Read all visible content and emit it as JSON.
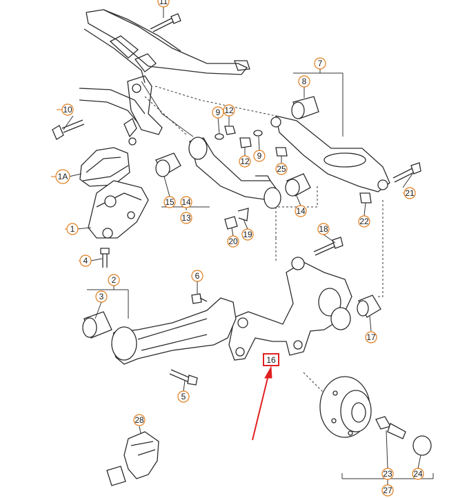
{
  "callouts": {
    "c11": "11",
    "c10": "10",
    "c1A": "1A",
    "c1": "1",
    "c4": "4",
    "c9a": "9",
    "c12a": "12",
    "c12b": "12",
    "c9b": "9",
    "c7": "7",
    "c8": "8",
    "c25": "25",
    "c21": "21",
    "c22": "22",
    "c15": "15",
    "c14a": "14",
    "c13": "13",
    "c14b": "14",
    "c20": "20",
    "c19": "19",
    "c18": "18",
    "c6": "6",
    "c2": "2",
    "c3": "3",
    "c17": "17",
    "c5": "5",
    "c28": "28",
    "c23": "23",
    "c24": "24",
    "c27": "27"
  },
  "highlight": {
    "label": "16",
    "color": "#e02020"
  },
  "colors": {
    "callout_ring": "#e07b1a",
    "arrow": "#e02020",
    "line": "#2a2a2a"
  }
}
